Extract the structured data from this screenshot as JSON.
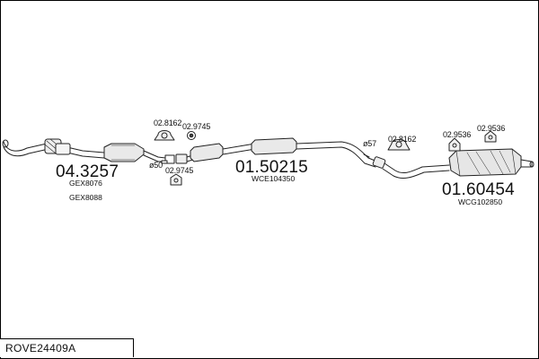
{
  "reference": "ROVE24409A",
  "parts": {
    "front_pipe": {
      "number": "04.3257",
      "codes": [
        "GEX8076",
        "GEX8088"
      ]
    },
    "middle_section": {
      "number": "01.50215",
      "code": "WCE104350"
    },
    "rear_silencer": {
      "number": "01.60454",
      "code": "WCG102850"
    }
  },
  "fittings": {
    "f1": "02.8162",
    "f2": "02.9745",
    "f3": "ø50",
    "f4": "02.9745",
    "f5": "ø57",
    "f6": "02.8162",
    "f7": "02.9536",
    "f8": "02.9536"
  }
}
